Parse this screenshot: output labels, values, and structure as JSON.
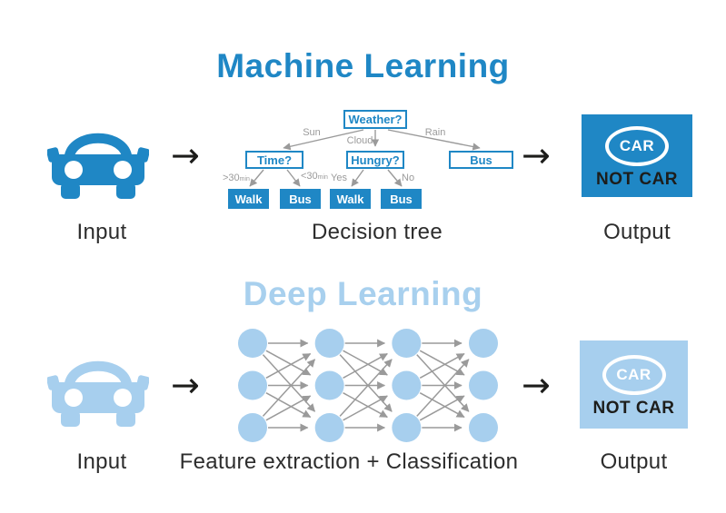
{
  "colors": {
    "blue": "#1f87c5",
    "light_blue": "#a7cfee",
    "connector_gray": "#9a9a9a",
    "text_dark": "#2d2d2d",
    "black": "#1d1d1b"
  },
  "flow_arrow": "→",
  "ml": {
    "title": "Machine Learning",
    "input_label": "Input",
    "process_label": "Decision tree",
    "output_label": "Output",
    "output_box": {
      "car": "CAR",
      "not_car": "NOT CAR"
    },
    "tree": {
      "root": "Weather?",
      "branch_labels": [
        "Sun",
        "Cloud",
        "Rain"
      ],
      "mid_nodes": [
        "Time?",
        "Hungry?",
        "Bus"
      ],
      "leaf_edges": [
        {
          "base": ">30",
          "sub": "min"
        },
        {
          "base": "<30",
          "sub": "min"
        },
        {
          "base": "Yes",
          "sub": ""
        },
        {
          "base": "No",
          "sub": ""
        }
      ],
      "leaves": [
        "Walk",
        "Bus",
        "Walk",
        "Bus"
      ]
    }
  },
  "dl": {
    "title": "Deep Learning",
    "input_label": "Input",
    "process_label": "Feature extraction + Classification",
    "output_label": "Output",
    "output_box": {
      "car": "CAR",
      "not_car": "NOT CAR"
    },
    "network": {
      "layers": 4,
      "nodes_per_layer": 3
    }
  }
}
